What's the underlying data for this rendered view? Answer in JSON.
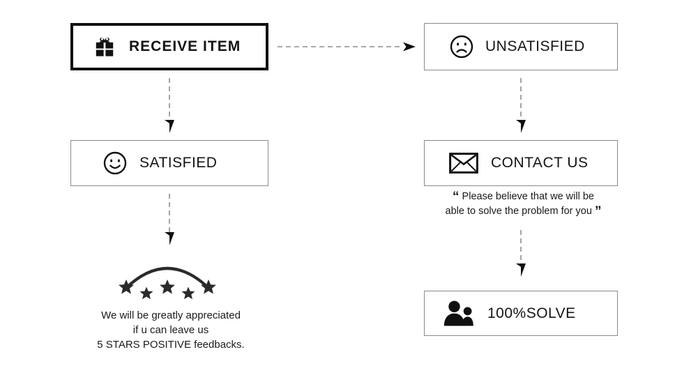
{
  "diagram": {
    "title": "After-sales service flowchart",
    "colors": {
      "background": "#ffffff",
      "text": "#1a1a1a",
      "box_border": "#8a8a8a",
      "emphasis_border": "#111111",
      "arrow_line": "#8c8c8c",
      "arrow_head": "#111111",
      "icon": "#111111"
    }
  },
  "nodes": {
    "receive_item": {
      "label": "RECEIVE ITEM",
      "icon": "gift-icon"
    },
    "unsatisfied": {
      "label": "UNSATISFIED",
      "icon": "sad-face-icon"
    },
    "satisfied": {
      "label": "SATISFIED",
      "icon": "smiley-face-icon"
    },
    "contact_us": {
      "label": "CONTACT US",
      "icon": "envelope-icon"
    },
    "solve": {
      "label": "100%SOLVE",
      "icon": "two-people-icon"
    }
  },
  "quote": {
    "open_mark": "“",
    "line1": "Please believe that we will be",
    "line2": "able to solve the problem for you",
    "close_mark": "”"
  },
  "feedback": {
    "line1": "We will be greatly appreciated",
    "line2": "if u can leave us",
    "line3": "5 STARS POSITIVE feedbacks.",
    "star_count": 5,
    "graphic": "five-stars-arc-icon"
  },
  "arrows": [
    {
      "name": "receive-item-to-unsatisfied",
      "from": "receive_item",
      "to": "unsatisfied",
      "direction": "right",
      "style": "dashed"
    },
    {
      "name": "receive-item-to-satisfied",
      "from": "receive_item",
      "to": "satisfied",
      "direction": "down",
      "style": "dashed"
    },
    {
      "name": "unsatisfied-to-contact-us",
      "from": "unsatisfied",
      "to": "contact_us",
      "direction": "down",
      "style": "dashed"
    },
    {
      "name": "satisfied-to-feedback",
      "from": "satisfied",
      "to": "feedback",
      "direction": "down",
      "style": "dashed"
    },
    {
      "name": "contact-us-to-solve",
      "from": "contact_us",
      "to": "solve",
      "direction": "down",
      "style": "dashed"
    }
  ]
}
